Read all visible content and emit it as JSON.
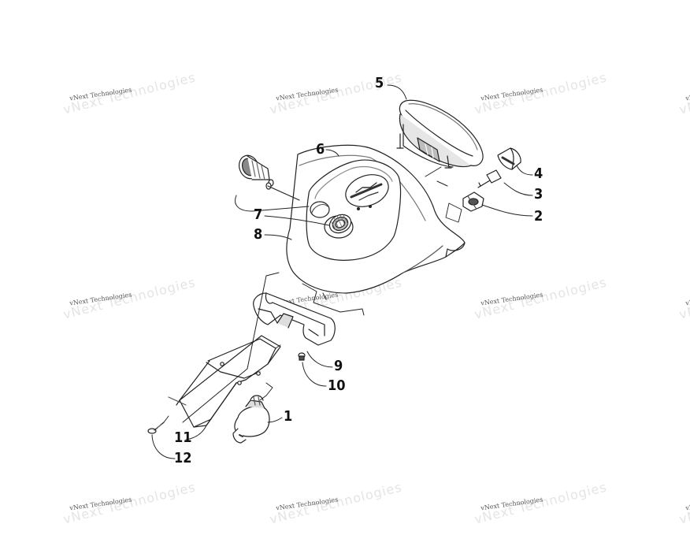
{
  "watermark": {
    "text": "vNext Technologies",
    "cols_left": [
      88,
      350,
      610,
      870
    ],
    "rows_top": [
      115,
      375,
      635
    ]
  },
  "callouts": [
    {
      "id": "1",
      "label": "1"
    },
    {
      "id": "2",
      "label": "2"
    },
    {
      "id": "3",
      "label": "3"
    },
    {
      "id": "4",
      "label": "4"
    },
    {
      "id": "5",
      "label": "5"
    },
    {
      "id": "6",
      "label": "6"
    },
    {
      "id": "7",
      "label": "7"
    },
    {
      "id": "8",
      "label": "8"
    },
    {
      "id": "9",
      "label": "9"
    },
    {
      "id": "10",
      "label": "10"
    },
    {
      "id": "11",
      "label": "11"
    },
    {
      "id": "12",
      "label": "12"
    }
  ],
  "colors": {
    "line": "#222222",
    "fill": "#ffffff",
    "shade": "#cfcfcf",
    "dark": "#555555"
  }
}
